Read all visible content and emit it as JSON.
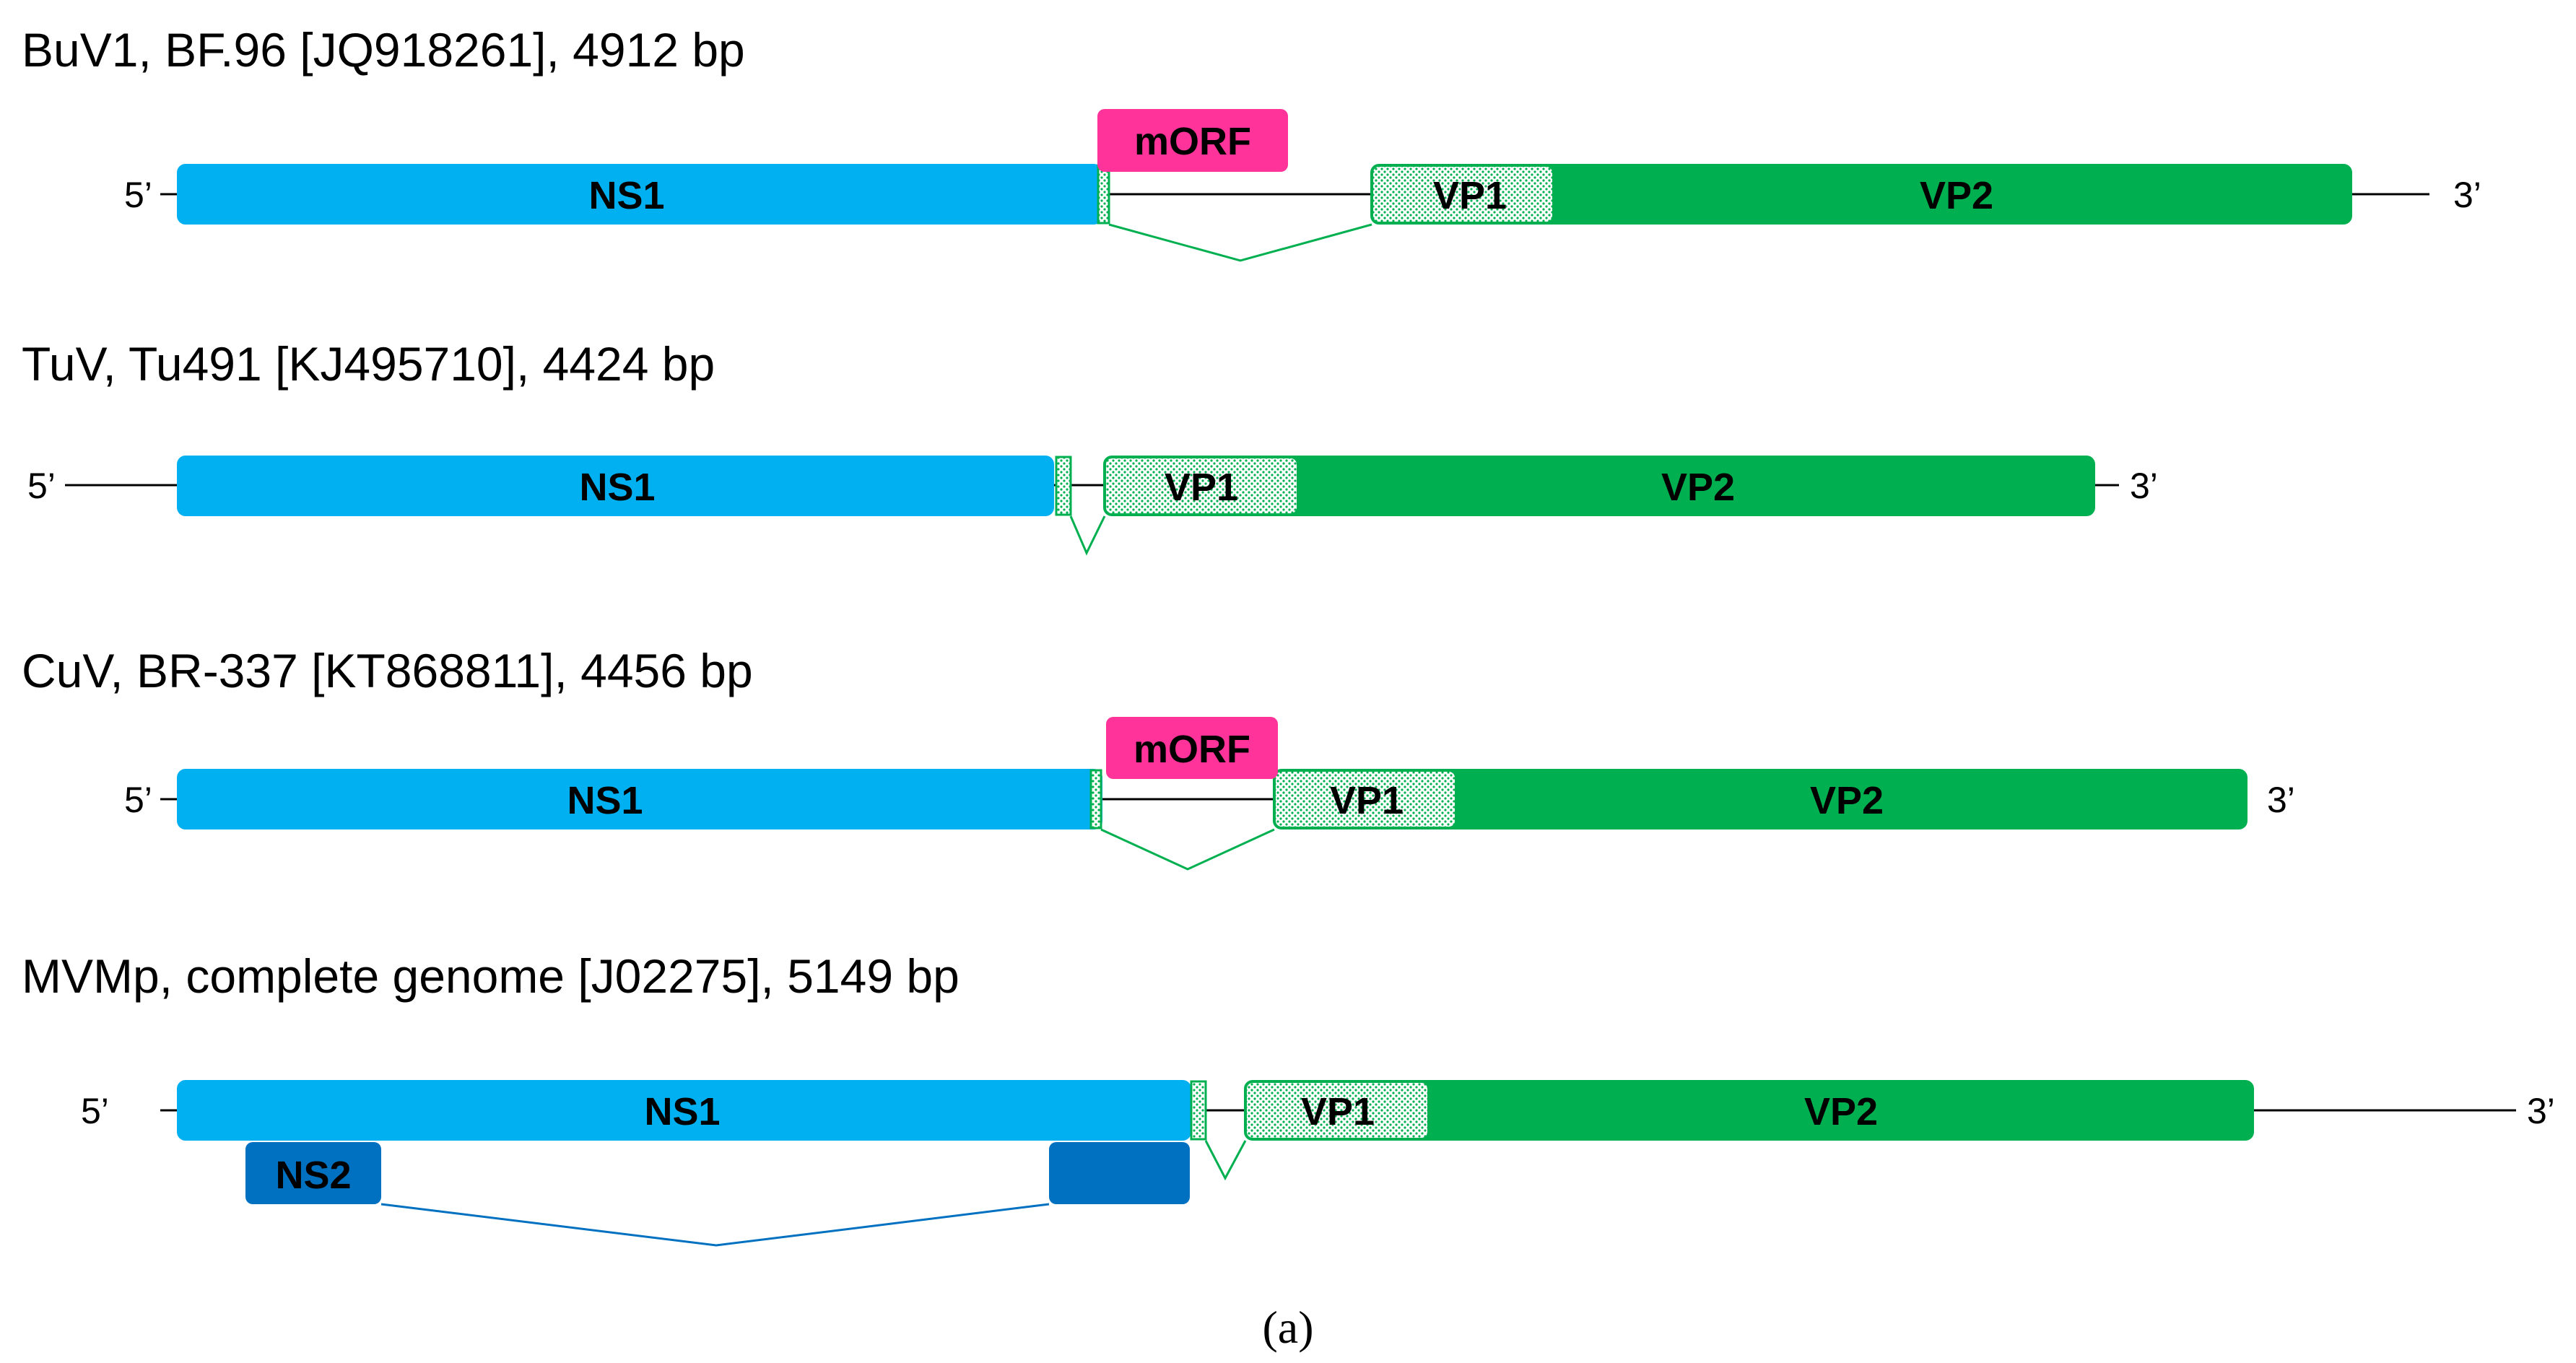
{
  "colors": {
    "ns1": "#00b0f0",
    "ns2": "#0070c0",
    "vp": "#00b050",
    "morf": "#ff3399",
    "hatch_fill": "#ffffff",
    "line": "#000000"
  },
  "genomes": [
    {
      "title": "BuV1, BF.96 [JQ918261], 4912 bp",
      "five_prime": "5’",
      "three_prime": "3’",
      "ns1": "NS1",
      "vp1": "VP1",
      "vp2": "VP2",
      "morf": "mORF"
    },
    {
      "title": "TuV, Tu491 [KJ495710], 4424 bp",
      "five_prime": "5’",
      "three_prime": "3’",
      "ns1": "NS1",
      "vp1": "VP1",
      "vp2": "VP2"
    },
    {
      "title": "CuV, BR-337 [KT868811], 4456 bp",
      "five_prime": "5’",
      "three_prime": "3’",
      "ns1": "NS1",
      "vp1": "VP1",
      "vp2": "VP2",
      "morf": "mORF"
    },
    {
      "title": "MVMp, complete genome [J02275], 5149 bp",
      "five_prime": "5’",
      "three_prime": "3’",
      "ns1": "NS1",
      "ns2": "NS2",
      "vp1": "VP1",
      "vp2": "VP2"
    }
  ],
  "caption": "(a)"
}
